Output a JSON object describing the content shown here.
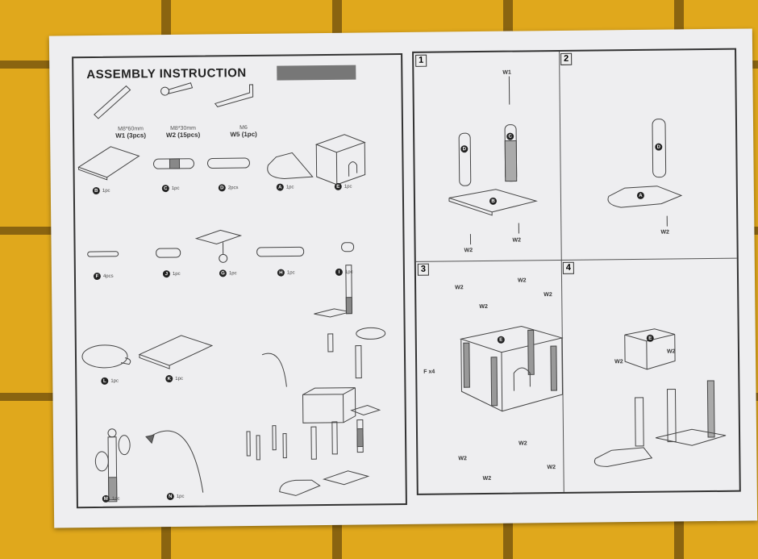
{
  "title": "ASSEMBLY INSTRUCTION",
  "hardware": [
    {
      "spec": "M8*60mm",
      "name": "W1 (3pcs)"
    },
    {
      "spec": "M8*30mm",
      "name": "W2 (15pcs)"
    },
    {
      "spec": "M6",
      "name": "W5 (1pc)"
    }
  ],
  "parts": [
    {
      "letter": "B",
      "qty": "1pc"
    },
    {
      "letter": "C",
      "qty": "1pc"
    },
    {
      "letter": "D",
      "qty": "2pcs"
    },
    {
      "letter": "A",
      "qty": "1pc"
    },
    {
      "letter": "E",
      "qty": "1pc"
    },
    {
      "letter": "F",
      "qty": "4pcs"
    },
    {
      "letter": "J",
      "qty": "1pc"
    },
    {
      "letter": "G",
      "qty": "1pc"
    },
    {
      "letter": "H",
      "qty": "1pc"
    },
    {
      "letter": "I",
      "qty": "1pc"
    },
    {
      "letter": "L",
      "qty": "1pc"
    },
    {
      "letter": "K",
      "qty": "1pc"
    },
    {
      "letter": "M",
      "qty": "1pc"
    },
    {
      "letter": "N",
      "qty": "1pc"
    }
  ],
  "steps": [
    {
      "number": "1",
      "labels": [
        "W1",
        "D",
        "C",
        "B",
        "W2",
        "W2"
      ]
    },
    {
      "number": "2",
      "labels": [
        "D",
        "A",
        "W2"
      ]
    },
    {
      "number": "3",
      "labels": [
        "W2",
        "W2",
        "W2",
        "W2",
        "E",
        "F x4",
        "W2",
        "W2",
        "W2",
        "W2"
      ]
    },
    {
      "number": "4",
      "labels": [
        "E",
        "W2",
        "W2"
      ]
    }
  ]
}
